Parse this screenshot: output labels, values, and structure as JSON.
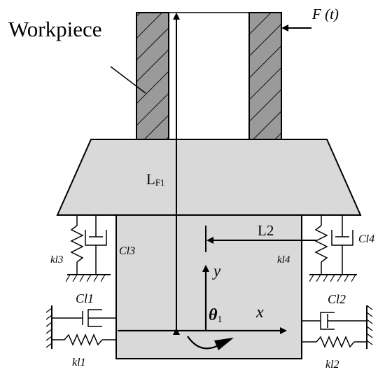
{
  "labels": {
    "workpiece": "Workpiece",
    "force": "F (t)",
    "lf1_main": "L",
    "lf1_sub": "F1",
    "l2": "L2",
    "y_axis": "y",
    "x_axis": "x",
    "theta_main": "θ",
    "theta_sub": "1",
    "cl3": "Cl3",
    "kl3": "kl3",
    "cl4": "Cl4",
    "kl4": "kl4",
    "cl1": "Cl1",
    "kl1": "kl1",
    "cl2": "Cl2",
    "kl2": "kl2"
  },
  "colors": {
    "hatch_fill": "#9a9a9a",
    "body_fill": "#d9d9d9",
    "line": "#000000"
  }
}
